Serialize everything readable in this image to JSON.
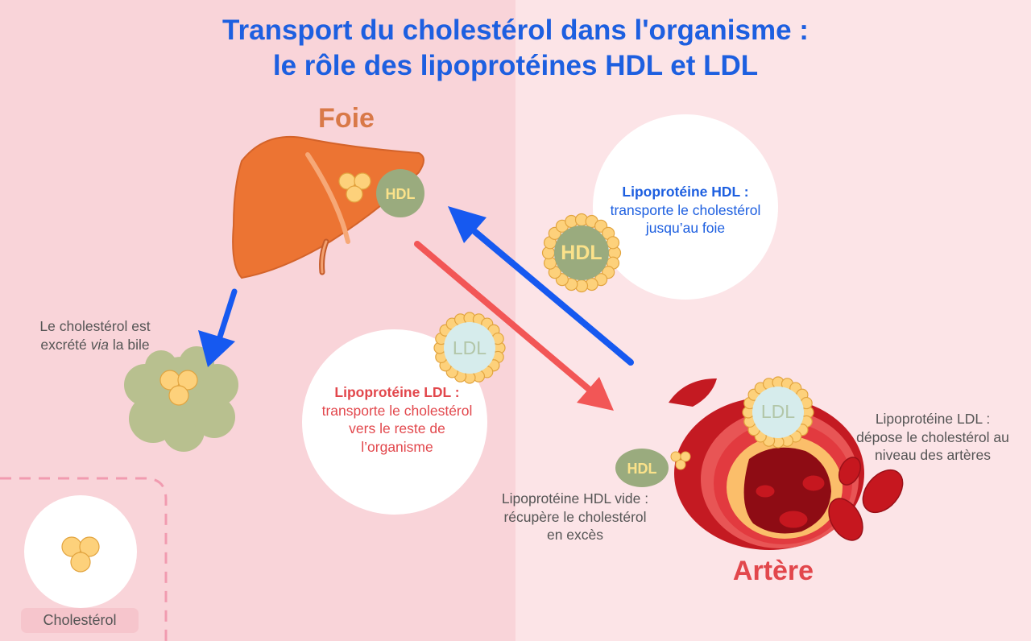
{
  "title": {
    "line1": "Transport du cholestérol dans l'organisme :",
    "line2": "le rôle des lipoprotéines HDL et LDL"
  },
  "organs": {
    "liver": "Foie",
    "artery": "Artère"
  },
  "particles": {
    "hdl": "HDL",
    "ldl": "LDL"
  },
  "annotations": {
    "hdl_bubble_title": "Lipoprotéine HDL :",
    "hdl_bubble_text_1": "transporte le cholestérol",
    "hdl_bubble_text_2": "jusqu’au foie",
    "ldl_bubble_title": "Lipoprotéine LDL :",
    "ldl_bubble_text_1": "transporte le cholestérol",
    "ldl_bubble_text_2": "vers le reste de",
    "ldl_bubble_text_3": "l’organisme",
    "bile_1": "Le cholestérol est",
    "bile_2a": "excrété ",
    "bile_2b": "via",
    "bile_2c": " la bile",
    "hdl_vide_1": "Lipoprotéine HDL  vide :",
    "hdl_vide_2": "récupère le cholestérol",
    "hdl_vide_3": "en excès",
    "ldl_depose_1": "Lipoprotéine LDL :",
    "ldl_depose_2": "dépose le cholestérol au",
    "ldl_depose_3": "niveau des artères"
  },
  "legend": {
    "label": "Cholestérol"
  },
  "colors": {
    "title_blue": "#1d5fe0",
    "hdl_arrow_blue": "#1659f0",
    "ldl_arrow_red": "#f25656",
    "liver_orange": "#ec7433",
    "hdl_green": "#9aab7e",
    "ldl_light_blue": "#d6ecec",
    "cholesterol_yellow": "#fdd17b"
  }
}
